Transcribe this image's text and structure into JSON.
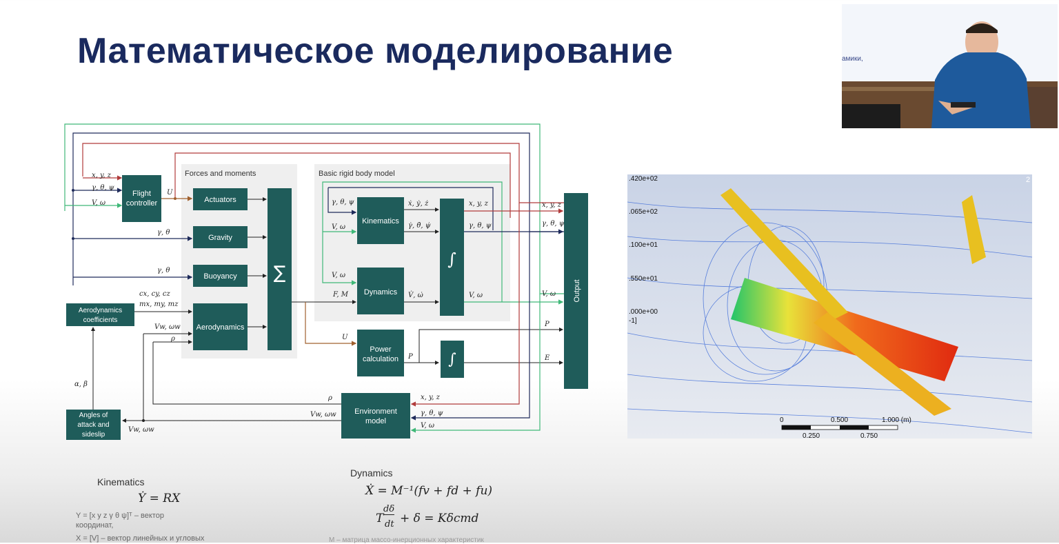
{
  "slide": {
    "title": "Математическое моделирование"
  },
  "diagram": {
    "group_forces": "Forces and moments",
    "group_rigid": "Basic rigid body model",
    "blocks": {
      "flight_controller_1": "Flight",
      "flight_controller_2": "controller",
      "actuators": "Actuators",
      "gravity": "Gravity",
      "buoyancy": "Buoyancy",
      "aerodynamics": "Aerodynamics",
      "aero_coef_1": "Aerodynamics",
      "aero_coef_2": "coefficients",
      "sum": "∑",
      "kinematics": "Kinematics",
      "dynamics": "Dynamics",
      "integral": "∫",
      "power_1": "Power",
      "power_2": "calculation",
      "integral2": "∫",
      "output": "Output",
      "env_1": "Environment",
      "env_2": "model",
      "angles_1": "Angles of",
      "angles_2": "attack and",
      "angles_3": "sideslip"
    },
    "signals": {
      "xyz": "x, y, z",
      "gtp": "γ, θ, ψ",
      "vw": "V, ω",
      "u": "U",
      "gt": "γ, θ",
      "gt2": "γ, θ",
      "cxyz": "cx, cy, cz",
      "mxyz": "mx, my, mz",
      "vwind": "Vw, ωw",
      "rho": "ρ",
      "fm": "F, M",
      "kin_gtp": "γ, θ, ψ",
      "kin_vw": "V, ω",
      "dyn_vw": "V, ω",
      "kin_out1": "ẋ, ẏ, ż",
      "kin_out2": "γ̇, θ̇, ψ̇",
      "dyn_out": "V̇, ω̇",
      "int_xyz": "x, y, z",
      "int_gtp": "γ, θ, ψ",
      "int_vw": "V, ω",
      "out_xyz": "x, y, z",
      "out_gtp": "γ, θ, ψ",
      "out_vw": "V, ω",
      "out_p": "P",
      "out_e": "E",
      "pwr_u": "U",
      "pwr_p": "P",
      "env_rho": "ρ",
      "env_vw": "Vw, ωw",
      "env_xyz": "x, y, z",
      "env_gtp": "γ, θ, ψ",
      "env_vomega": "V, ω",
      "angles_vw": "Vw, ωw",
      "ab": "α, β"
    }
  },
  "cfd": {
    "legend": [
      ".420e+02",
      ".065e+02",
      ".100e+01",
      ".550e+01",
      ".000e+00",
      "-1]"
    ],
    "scale_top": [
      "0",
      "0.500",
      "1.000 (m)"
    ],
    "scale_bottom": [
      "0.250",
      "0.750"
    ],
    "corner": "2"
  },
  "webcam": {
    "screen_text": "амики,"
  },
  "equations": {
    "kin_title": "Kinematics",
    "kin_eq": "Ẏ = RX",
    "kin_note1": "Y = [x  y  z  γ  θ  ψ]ᵀ – вектор",
    "kin_note2": "координат,",
    "kin_note3": "X = [V] – вектор линейных и угловых",
    "dyn_title": "Dynamics",
    "dyn_eq1": "Ẋ = M⁻¹(fv + fd + fu)",
    "dyn_eq2_left": "T",
    "dyn_eq2_frac_num": "dδ",
    "dyn_eq2_frac_den": "dt",
    "dyn_eq2_right": "+ δ = Kδcmd",
    "dyn_note": "M – матрица массо-инерционных характеристик"
  },
  "colors": {
    "block": "#1f5c5a",
    "title": "#1a2a5e",
    "navy": "#1e2a5a",
    "red": "#b03a3a",
    "green": "#3fb878",
    "brown": "#a0602e"
  }
}
